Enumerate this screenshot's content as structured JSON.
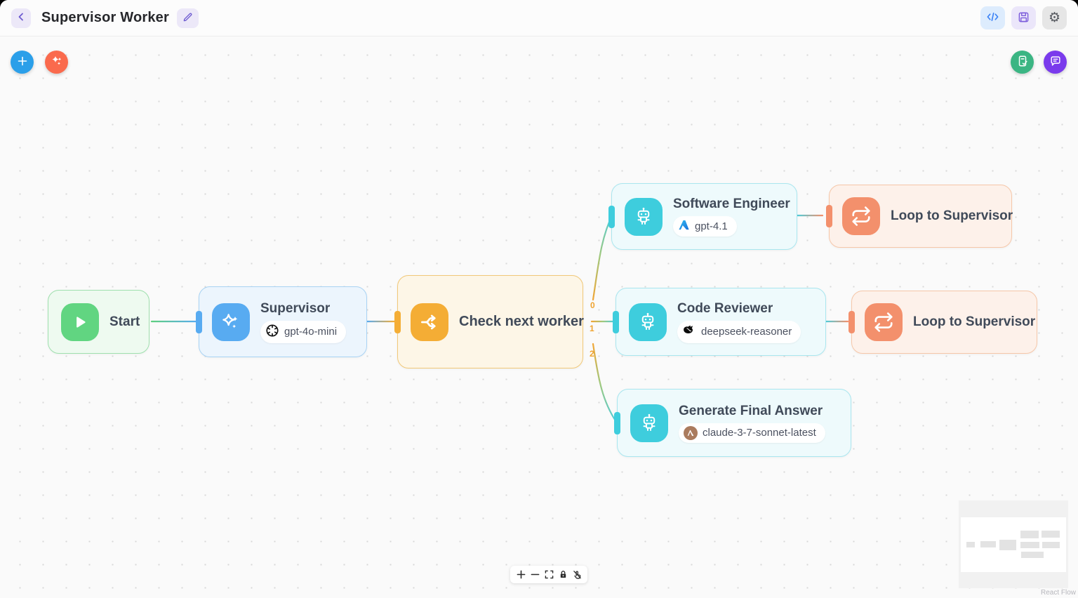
{
  "header": {
    "title": "Supervisor Worker"
  },
  "nodes": {
    "start": {
      "label": "Start"
    },
    "supervisor": {
      "label": "Supervisor",
      "model": "gpt-4o-mini",
      "provider": "openai"
    },
    "check_next_worker": {
      "label": "Check next worker"
    },
    "software_engineer": {
      "label": "Software Engineer",
      "model": "gpt-4.1",
      "provider": "azure"
    },
    "loop_to_supervisor_top": {
      "label": "Loop to Supervisor"
    },
    "code_reviewer": {
      "label": "Code Reviewer",
      "model": "deepseek-reasoner",
      "provider": "deepseek"
    },
    "loop_to_supervisor_bottom": {
      "label": "Loop to Supervisor"
    },
    "generate_final_answer": {
      "label": "Generate Final Answer",
      "model": "claude-3-7-sonnet-latest",
      "provider": "anthropic"
    }
  },
  "edges": {
    "labels": [
      "0",
      "1",
      "2"
    ]
  },
  "minimap": {
    "attribution": "React Flow"
  },
  "colors": {
    "start_accent": "#61d581",
    "agent_accent": "#58abf1",
    "condition_accent": "#f4ad35",
    "worker_accent": "#3ecddd",
    "loop_accent": "#f3906c",
    "edge_label": "#efa330",
    "add_button": "#2b9fe9",
    "ai_button": "#fa6a4d",
    "note_button": "#3bb583",
    "chat_button": "#7a3bec"
  }
}
